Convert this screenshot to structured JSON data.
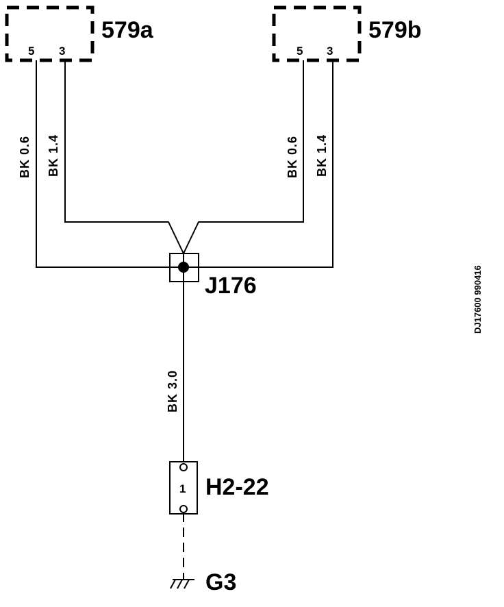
{
  "components": {
    "left_component": {
      "label": "579a",
      "pin_left": "5",
      "pin_right": "3"
    },
    "right_component": {
      "label": "579b",
      "pin_left": "5",
      "pin_right": "3"
    }
  },
  "wires": {
    "left_pin5": "BK 0.6",
    "left_pin3": "BK 1.4",
    "right_pin5": "BK 0.6",
    "right_pin3": "BK 1.4",
    "trunk": "BK 3.0"
  },
  "splice": {
    "label": "J176"
  },
  "connector": {
    "label": "H2-22",
    "pin": "1"
  },
  "ground": {
    "label": "G3"
  },
  "drawing_code": "DJ17600 990416"
}
